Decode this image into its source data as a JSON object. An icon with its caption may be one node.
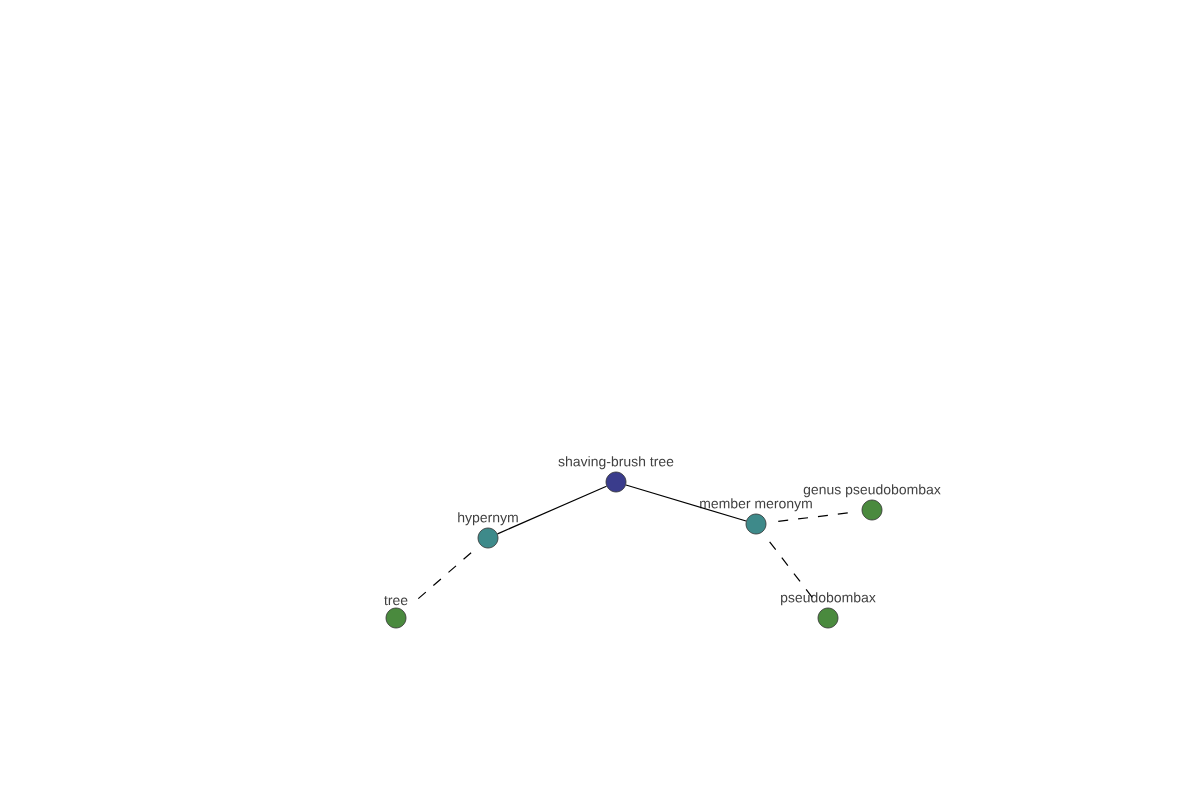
{
  "diagram": {
    "nodes": [
      {
        "text": [
          "shaving-brush tree"
        ]
      },
      {
        "text": [
          "hypernym"
        ]
      },
      {
        "text": [
          "member meronym"
        ]
      },
      {
        "text": [
          "tree"
        ]
      },
      {
        "text": [
          "genus pseudobombax"
        ]
      },
      {
        "text": [
          "pseudobombax"
        ]
      }
    ],
    "edges": [
      {
        "from": 0,
        "to": 1,
        "arrow": "none"
      },
      {
        "from": 0,
        "to": 2,
        "arrow": "none"
      },
      {
        "from": 1,
        "to": 3,
        "arrow": "none",
        "style": "dashed"
      },
      {
        "from": 2,
        "to": 4,
        "arrow": "none",
        "style": "dashed"
      },
      {
        "from": 2,
        "to": 5,
        "arrow": "none",
        "style": "dashed"
      }
    ]
  }
}
